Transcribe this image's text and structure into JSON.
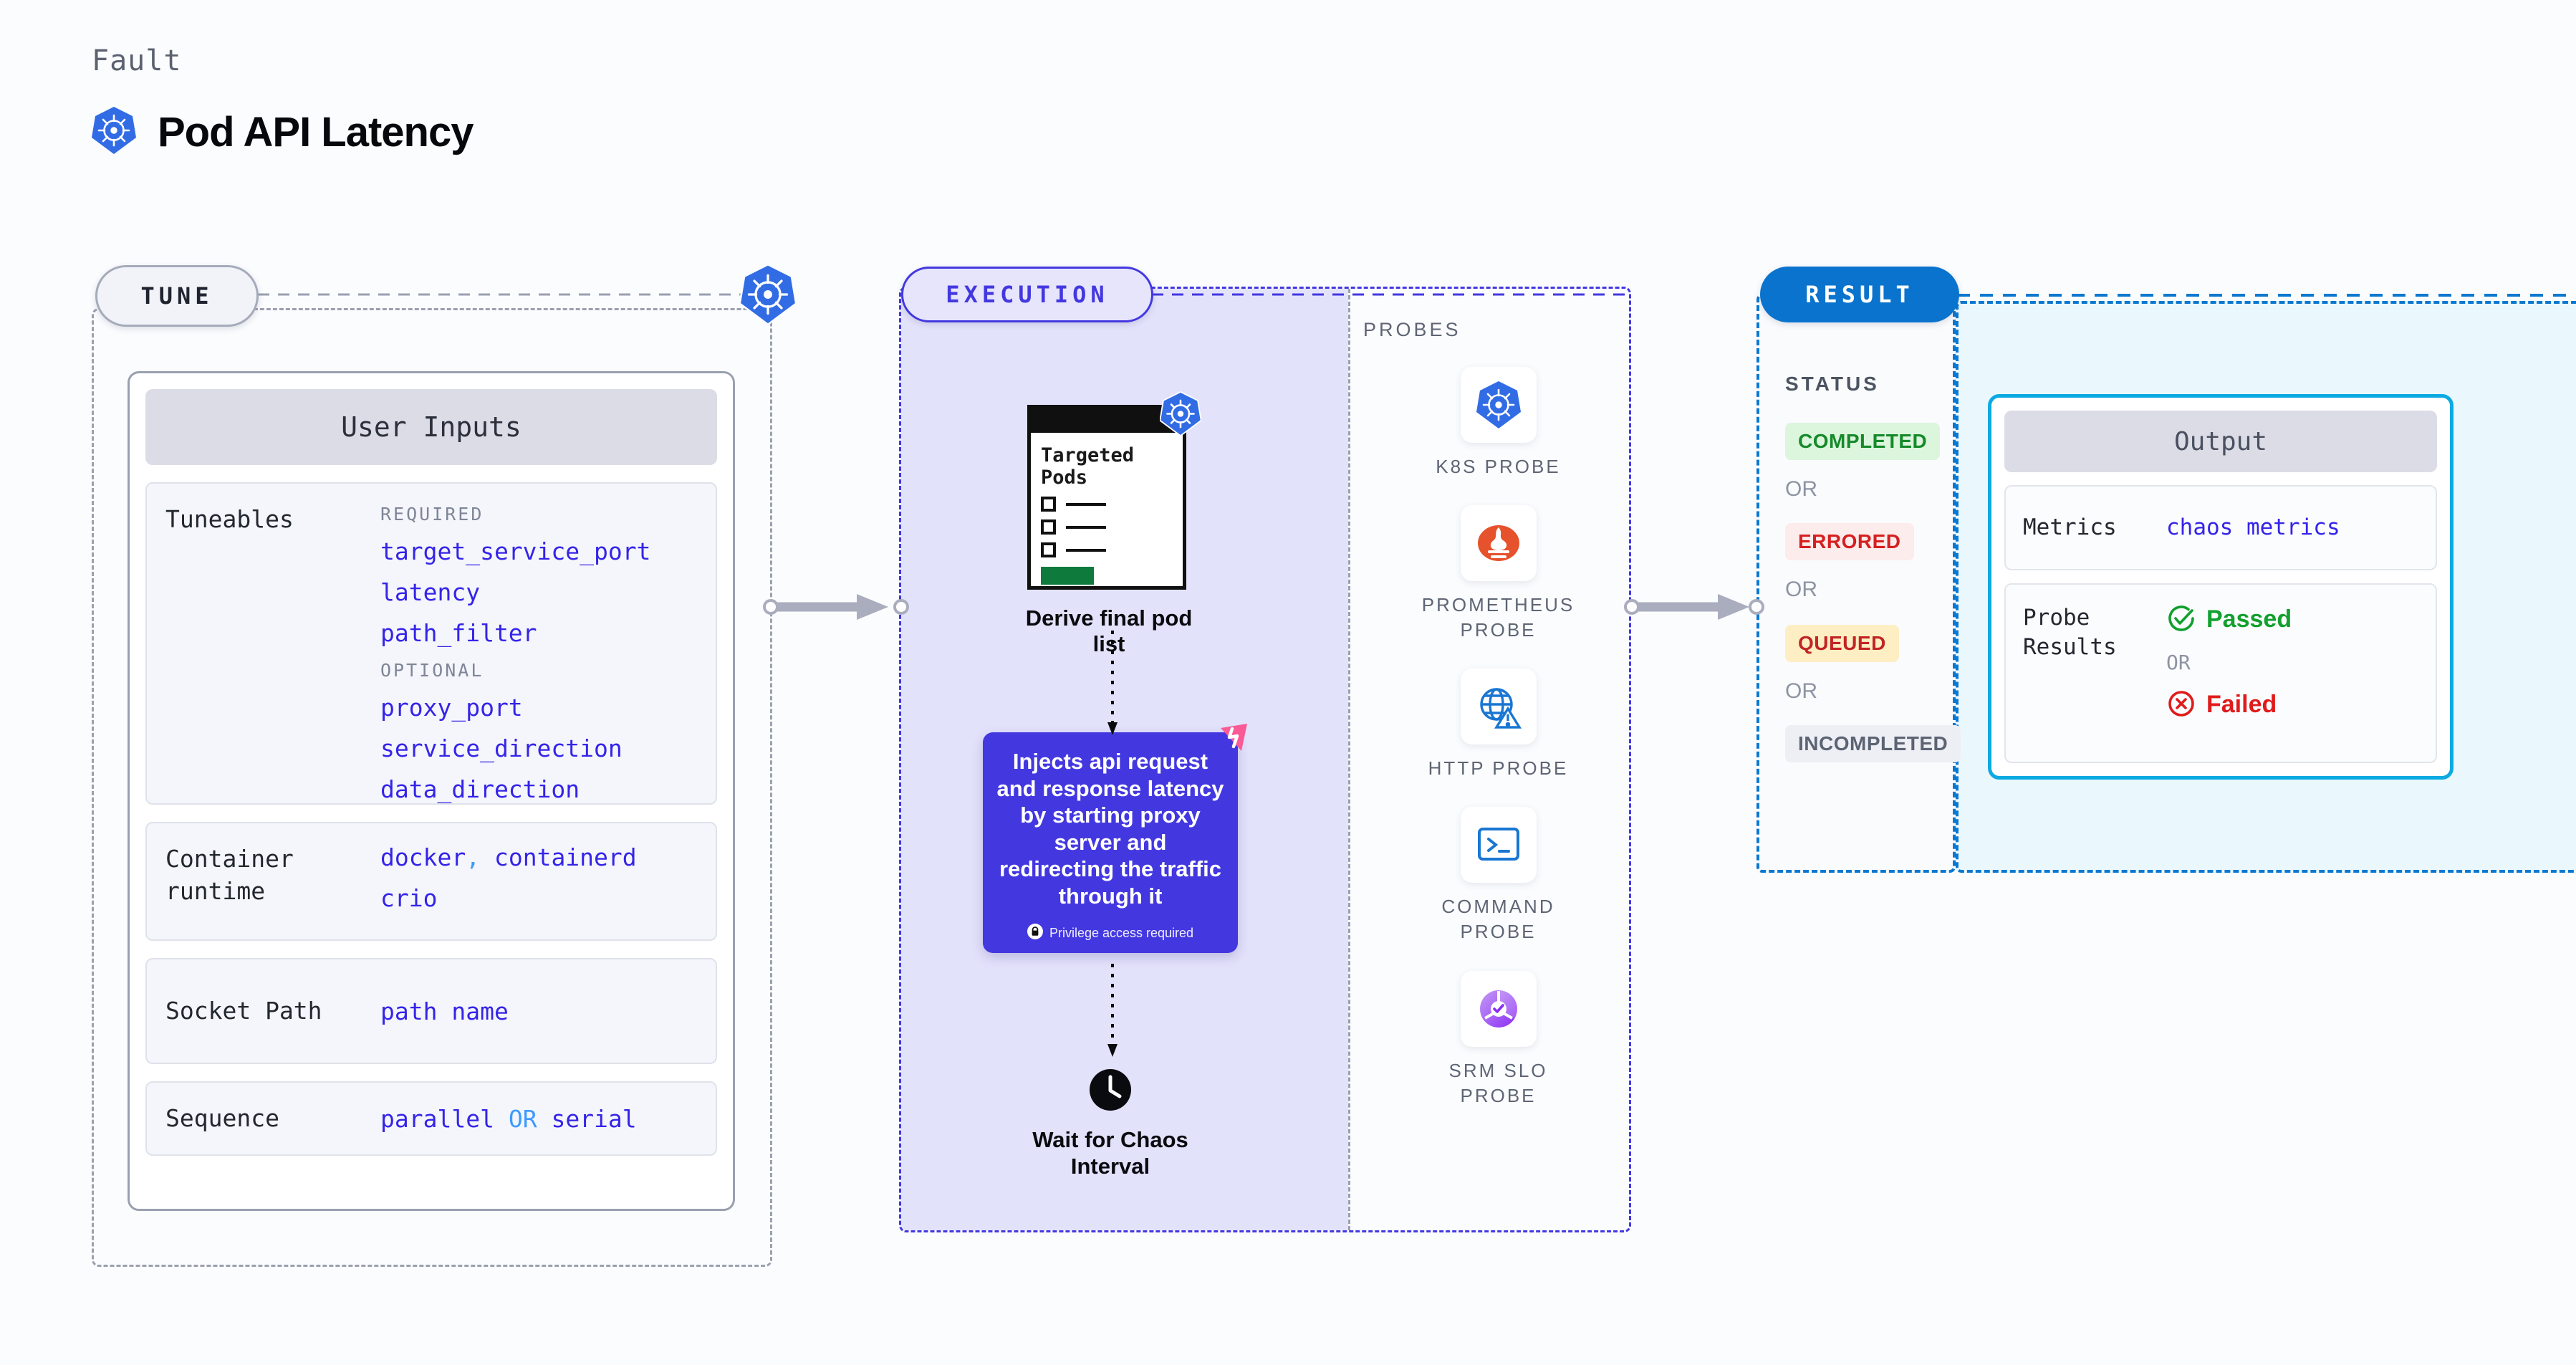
{
  "header": {
    "eyebrow": "Fault",
    "title": "Pod API Latency",
    "icon": "kubernetes-icon"
  },
  "tune": {
    "pill_label": "TUNE",
    "badge_icon": "kubernetes-icon",
    "card_title": "User Inputs",
    "tuneables": {
      "label": "Tuneables",
      "required_label": "REQUIRED",
      "required": [
        "target_service_port",
        "latency",
        "path_filter"
      ],
      "optional_label": "OPTIONAL",
      "optional": [
        "proxy_port",
        "service_direction",
        "data_direction"
      ]
    },
    "container_runtime": {
      "label": "Container runtime",
      "values": [
        "docker",
        "containerd",
        "crio"
      ],
      "separator": ","
    },
    "socket_path": {
      "label": "Socket Path",
      "value": "path name"
    },
    "sequence": {
      "label": "Sequence",
      "value_a": "parallel",
      "operator": "OR",
      "value_b": "serial"
    }
  },
  "execution": {
    "pill_label": "EXECUTION",
    "pods_window": {
      "heading_line1": "Targeted",
      "heading_line2": "Pods",
      "badge_icon": "kubernetes-icon"
    },
    "derive_caption": "Derive final pod list",
    "inject_card": {
      "text": "Injects api request and response latency by starting proxy server and redirecting the traffic through it",
      "privilege_note": "Privilege access required",
      "privilege_icon": "lock-icon",
      "corner_icon": "litmus-chaos-icon",
      "color": "#4338e0"
    },
    "wait": {
      "icon": "clock-icon",
      "caption_line1": "Wait for Chaos",
      "caption_line2": "Interval"
    },
    "probes": {
      "title": "PROBES",
      "items": [
        {
          "label": "K8S PROBE",
          "icon": "kubernetes-icon"
        },
        {
          "label": "PROMETHEUS PROBE",
          "icon": "prometheus-icon"
        },
        {
          "label": "HTTP PROBE",
          "icon": "http-globe-icon"
        },
        {
          "label": "COMMAND PROBE",
          "icon": "terminal-icon"
        },
        {
          "label": "SRM SLO PROBE",
          "icon": "srm-slo-icon"
        }
      ]
    }
  },
  "result": {
    "pill_label": "RESULT",
    "status_title": "STATUS",
    "or_label": "OR",
    "statuses": [
      {
        "label": "COMPLETED",
        "bg": "#dcf5dd",
        "color": "#168a2b"
      },
      {
        "label": "ERRORED",
        "bg": "#fdecec",
        "color": "#d61f1f"
      },
      {
        "label": "QUEUED",
        "bg": "#fdeec4",
        "color": "#c22424"
      },
      {
        "label": "INCOMPLETED",
        "bg": "#eeeff5",
        "color": "#5c6373"
      }
    ],
    "output": {
      "card_title": "Output",
      "metrics": {
        "label": "Metrics",
        "value": "chaos metrics"
      },
      "probe_results": {
        "label": "Probe Results",
        "passed": "Passed",
        "failed": "Failed",
        "or_label": "OR",
        "passed_icon": "check-circle-icon",
        "failed_icon": "x-circle-icon"
      }
    }
  }
}
